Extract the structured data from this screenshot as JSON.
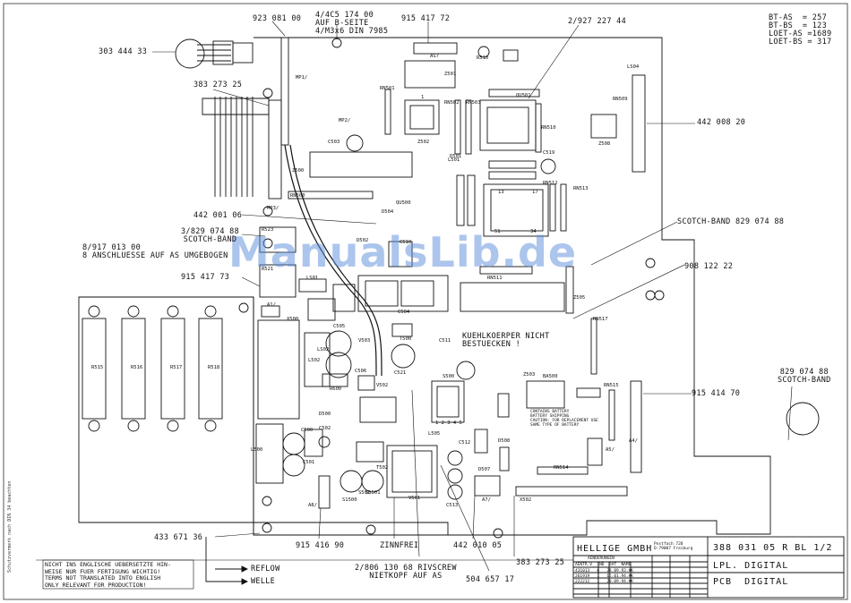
{
  "corner_info": {
    "bt_as": "BT-AS  = 257",
    "bt_bs": "BT-BS  = 123",
    "loet_as": "LOET-AS =1689",
    "loet_bs": "LOET-BS = 317"
  },
  "callouts": {
    "c303": "303 444 33",
    "c923": "923 081 00",
    "c4405": "4/4C5 174 00\nAUF B-SEITE\n4/M3x6 DIN 7985",
    "c915417_72": "915 417 72",
    "c2927": "2/927 227 44",
    "c383top": "383 273 25",
    "c442008": "442 008 20",
    "c442001": "442 001 06",
    "c3829": "3/829 074 88\nSCOTCH-BAND",
    "c8917": "8/917 013 00\n8 ANSCHLUESSE AUF AS UMGEBOGEN",
    "c915417_73": "915 417 73",
    "cscotch": "SCOTCH-BAND 829 074 88",
    "c908": "908 122 22",
    "c915414": "915 414 70",
    "c829right": "829 074 88\nSCOTCH-BAND",
    "c433": "433 671 36",
    "c915416": "915 416 90",
    "czinnfrei": "ZINNFREI",
    "c442010": "442 010 05",
    "c383bot": "383 273 25",
    "c2806": "2/806 130 68 RIVSCREW\nNIETKOPF AUF AS",
    "c504": "504 657 17",
    "ckuehl": "KUEHLKOERPER NICHT\nBESTUECKEN !",
    "cbattery": "CONTAINS BATTERY\nBATTERY SHIPPING\nCAUTION: FOR REPLACEMENT USE\nSAME TYPE OF BATTERY"
  },
  "parts": {
    "mp1": "MP1/",
    "mp2": "MP2/",
    "mp3": "MP3/",
    "rn501": "RN501",
    "rn502": "RN502",
    "rn503": "RN503",
    "rn510": "RN510",
    "rn509": "RN509",
    "rn511": "RN511",
    "rn512": "RN512",
    "rn513": "RN513",
    "rn515": "RN515",
    "rn517": "RN517",
    "rn500": "RN500",
    "rn514": "RN514",
    "z501": "Z501",
    "z502": "Z502",
    "z503": "Z503",
    "z500": "Z500",
    "z508": "Z508",
    "z505": "Z505",
    "q501": "QU501",
    "q500": "QU500",
    "r510": "R510",
    "as7": "AS7",
    "c503": "C503",
    "c519": "C519",
    "c504": "C504",
    "c505": "C505",
    "c506": "C506",
    "c521": "C521",
    "c511": "C511",
    "c500": "C500",
    "c501": "C501",
    "c502": "C502",
    "c512": "C512",
    "c513": "C513",
    "c510": "C510",
    "ls01": "LS01",
    "ls02": "LS02",
    "d501": "D501",
    "d502": "D502",
    "d500": "D500",
    "d504": "D504",
    "d507": "D507",
    "d508": "D508",
    "r521": "R521",
    "r523": "R523",
    "r600": "R600",
    "r515": "R515",
    "r516": "R516",
    "r517": "R517",
    "r518": "R518",
    "s500": "S500",
    "s501": "S501",
    "s1500": "S1500",
    "s1501": "S1501",
    "t500": "T500",
    "t502": "T502",
    "ba500": "BA500",
    "v503": "V503",
    "v501": "V501",
    "v502": "V502",
    "l500": "L500",
    "l502": "L502",
    "l505": "L505",
    "l501": "L501",
    "a1": "A1/",
    "a7": "A7/",
    "a4": "A4/",
    "a5": "A5/",
    "a8": "A8/",
    "x500": "X500",
    "x502": "X502",
    "lcon": "LS04",
    "num1": "1",
    "num17": "17",
    "num13": "13",
    "num51": "51",
    "num34": "34",
    "num12345": "1 2 3 4 5"
  },
  "footer": {
    "note": "NICHT INS ENGLISCHE UEBERSETZTE HIN-\nWEISE NUR FUER FERTIGUNG WICHTIG!\nTERMS NOT TRANSLATED INTO ENGLISH\nONLY RELEVANT FOR PRODUCTION!",
    "reflow": "REFLOW",
    "welle": "WELLE",
    "company": "HELLIGE GMBH",
    "address": "Postfach 728\nD-79007 Freiburg",
    "aenderungen": "AENDERUNGEN",
    "changes_head": "AENTR.V  IND  DAT  NAME",
    "changes_rows": "431013   6   28.09.93.KK\n261919   1   15.01.94.KK\n222212   1   20.09.94.KK",
    "doc_no": "388 031 05 R BL 1/2",
    "title1": "LPL. DIGITAL",
    "title2": "PCB  DIGITAL",
    "small_vert": "Schutzvermerk nach DIN 34 beachten"
  },
  "watermark": "ManualsLib.de"
}
